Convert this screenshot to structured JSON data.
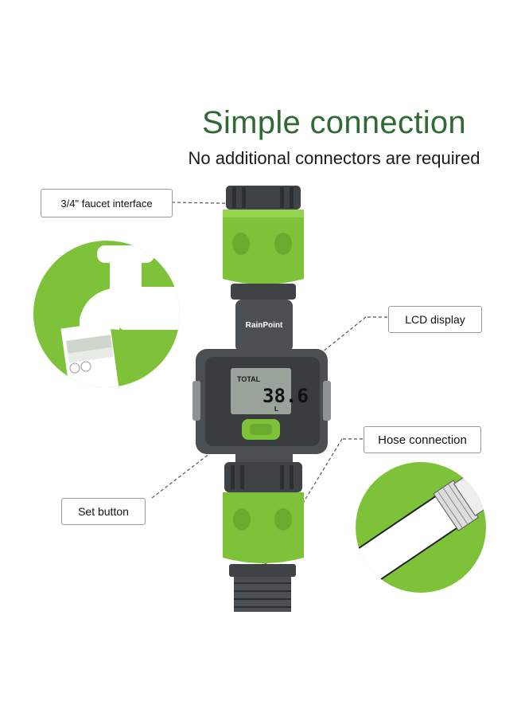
{
  "heading": {
    "title": "Simple connection",
    "subtitle": "No additional connectors are required"
  },
  "callouts": {
    "faucet": "3/4\" faucet interface",
    "lcd": "LCD display",
    "hose": "Hose connection",
    "set": "Set button"
  },
  "device": {
    "brand": "RainPoint",
    "lcd_label": "TOTAL",
    "lcd_value": "38.6",
    "lcd_unit": "L"
  },
  "colors": {
    "title_green": "#2f6a33",
    "accent_green": "#7ec23a",
    "body_gray": "#4b4f52"
  },
  "icons": [
    "faucet-circle-illustration",
    "hose-circle-illustration"
  ]
}
